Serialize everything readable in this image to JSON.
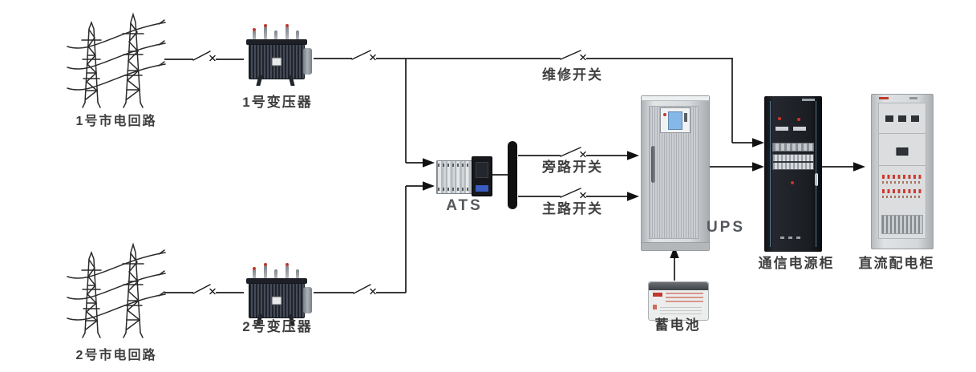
{
  "labels": {
    "mains_circuit_1": "1号市电回路",
    "mains_circuit_2": "2号市电回路",
    "transformer_1": "1号变压器",
    "transformer_2": "2号变压器",
    "ats": "ATS",
    "maintenance_switch": "维修开关",
    "bypass_switch": "旁路开关",
    "main_switch": "主路开关",
    "ups": "UPS",
    "battery": "蓄电池",
    "comm_power_cabinet": "通信电源柜",
    "dc_distribution_cabinet": "直流配电柜"
  },
  "colors": {
    "background": "#ffffff",
    "wire": "#1b1b1b",
    "busbar": "#101010",
    "label_text": "#3e3e3e",
    "device_label_text": "#54585c",
    "indicator_red": "#c0392b",
    "ups_cabinet_gray": "#d6d9db",
    "comm_cabinet_black": "#1a1d22",
    "dc_cabinet_gray": "#d5d8da"
  }
}
